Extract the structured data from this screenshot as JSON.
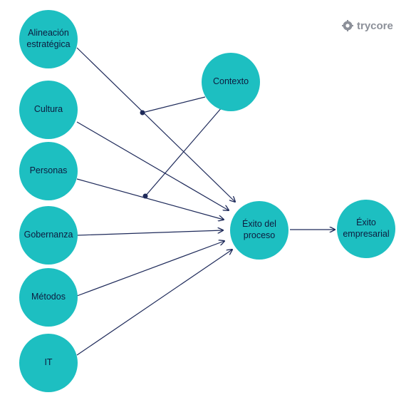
{
  "colors": {
    "node": "#1dbfc1",
    "edge": "#1e2a5a",
    "logo": "#8c9099"
  },
  "logo": {
    "icon": "gear-icon",
    "text": "trycore"
  },
  "nodes": {
    "alineacion": "Alineación\nestratégica",
    "cultura": "Cultura",
    "personas": "Personas",
    "gobernanza": "Gobernanza",
    "metodos": "Métodos",
    "it": "IT",
    "contexto": "Contexto",
    "exito_proceso": "Éxito del\nproceso",
    "exito_empresarial": "Éxito\nempresarial"
  },
  "edges": [
    {
      "from": "alineacion",
      "to": "exito_proceso"
    },
    {
      "from": "cultura",
      "to": "exito_proceso"
    },
    {
      "from": "personas",
      "to": "exito_proceso"
    },
    {
      "from": "gobernanza",
      "to": "exito_proceso"
    },
    {
      "from": "metodos",
      "to": "exito_proceso"
    },
    {
      "from": "it",
      "to": "exito_proceso"
    },
    {
      "from": "exito_proceso",
      "to": "exito_empresarial"
    },
    {
      "from": "contexto",
      "to": "edge:alineacion-exito_proceso"
    },
    {
      "from": "contexto",
      "to": "edge:personas-exito_proceso"
    }
  ]
}
